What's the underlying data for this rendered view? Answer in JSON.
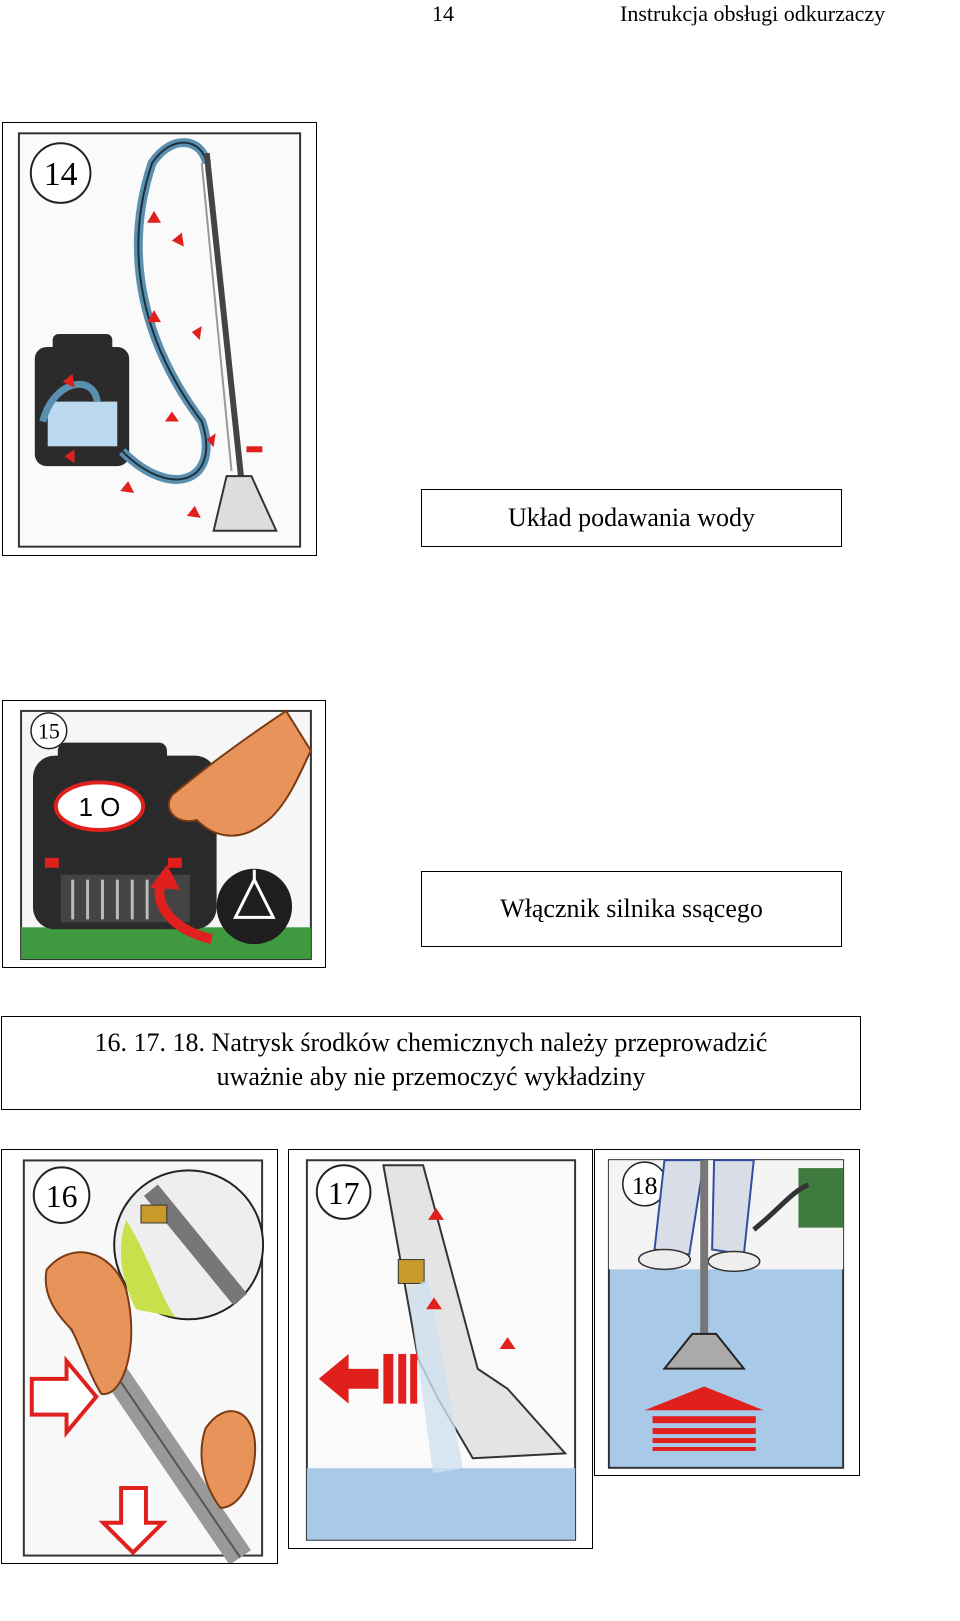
{
  "header": {
    "page_number": "14",
    "title": "Instrukcja obsługi odkurzaczy"
  },
  "figures": [
    {
      "number": "14"
    },
    {
      "number": "15"
    },
    {
      "number": "16"
    },
    {
      "number": "17"
    },
    {
      "number": "18"
    }
  ],
  "figure15_switch_label": "1 O",
  "captions": {
    "water_supply": "Układ podawania wody",
    "motor_switch": "Włącznik silnika ssącego",
    "spray_line1": "16. 17. 18. Natrysk środków chemicznych należy przeprowadzić",
    "spray_line2": "uważnie aby nie przemoczyć wykładziny"
  },
  "colors": {
    "arrow_red": "#e0201c",
    "hose_blue": "#5b8fb0",
    "skin": "#e8935a",
    "carpet_blue": "#a9c9e8",
    "grass_green": "#3f9a3f"
  }
}
